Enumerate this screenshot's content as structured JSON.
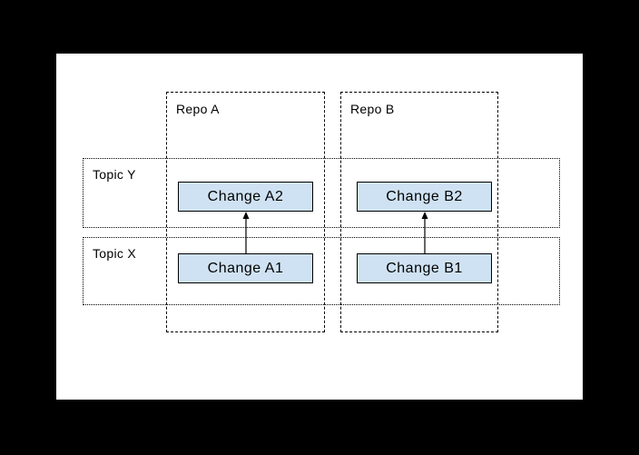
{
  "diagram": {
    "repos": [
      {
        "label": "Repo A"
      },
      {
        "label": "Repo B"
      }
    ],
    "topics": [
      {
        "label": "Topic Y"
      },
      {
        "label": "Topic X"
      }
    ],
    "changes": [
      {
        "label": "Change A2"
      },
      {
        "label": "Change B2"
      },
      {
        "label": "Change A1"
      },
      {
        "label": "Change B1"
      }
    ]
  },
  "colors": {
    "page_bg": "#000000",
    "canvas_bg": "#ffffff",
    "box_fill": "#cfe2f3",
    "box_border": "#000000",
    "line": "#000000",
    "text": "#000000"
  }
}
